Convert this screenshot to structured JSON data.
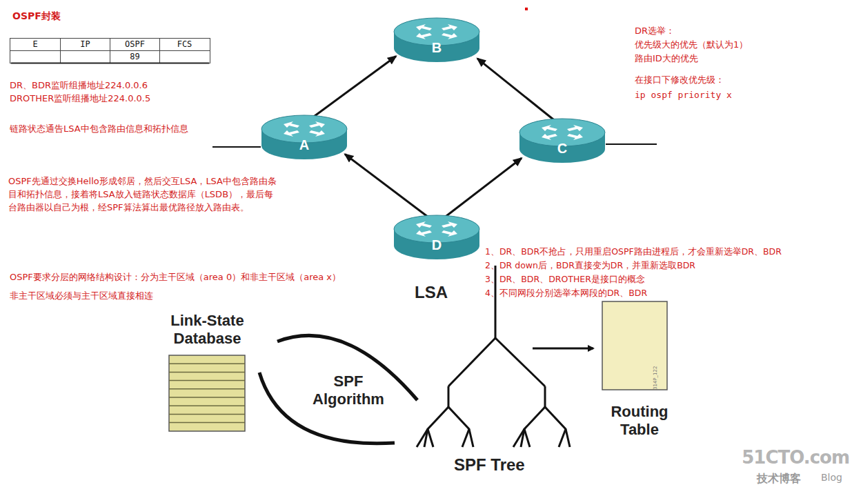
{
  "diagram": {
    "nodes": [
      {
        "text": [
          "B"
        ]
      },
      {
        "text": [
          "A"
        ]
      },
      {
        "text": [
          "C"
        ]
      },
      {
        "text": [
          "D"
        ]
      },
      {
        "text": [
          "Link-State Database"
        ]
      },
      {
        "text": [
          "Routing Table"
        ]
      }
    ],
    "edges": [
      {
        "from": 1,
        "to": 0,
        "arrow": "to"
      },
      {
        "from": 2,
        "to": 0,
        "arrow": "to"
      },
      {
        "from": 3,
        "to": 1,
        "arrow": "to"
      },
      {
        "from": 3,
        "to": 2,
        "arrow": "to"
      }
    ],
    "labels": [
      "OSPF封装",
      "E",
      "IP",
      "OSPF",
      "FCS",
      "89",
      "DR、BDR监听组播地址224.0.0.6",
      "DROTHER监听组播地址224.0.0.5",
      "链路状态通告LSA中包含路由信息和拓扑信息",
      "OSPF先通过交换Hello形成邻居，然后交互LSA，LSA中包含路由条目和拓扑信息，接着将LSA放入链路状态数据库（LSDB），最后每台路由器以自己为根，经SPF算法算出最优路径放入路由表。",
      "OSPF要求分层的网络结构设计：分为主干区域（area 0）和非主干区域（area x）",
      "非主干区域必须与主干区域直接相连",
      "DR选举：",
      "优先级大的优先（默认为1）",
      "路由ID大的优先",
      "在接口下修改优先级：",
      "ip ospf priority x",
      "1、DR、BDR不抢占，只用重启OSPF路由进程后，才会重新选举DR、BDR",
      "2、DR down后，BDR直接变为DR，并重新选取BDR",
      "3、DR、BDR、DROTHER是接口的概念",
      "4、不同网段分别选举本网段的DR、BDR",
      "LSA",
      "SPF Algorithm",
      "SPF Tree",
      "314P_122",
      "51CTO.com",
      "技术博客",
      "Blog"
    ]
  }
}
